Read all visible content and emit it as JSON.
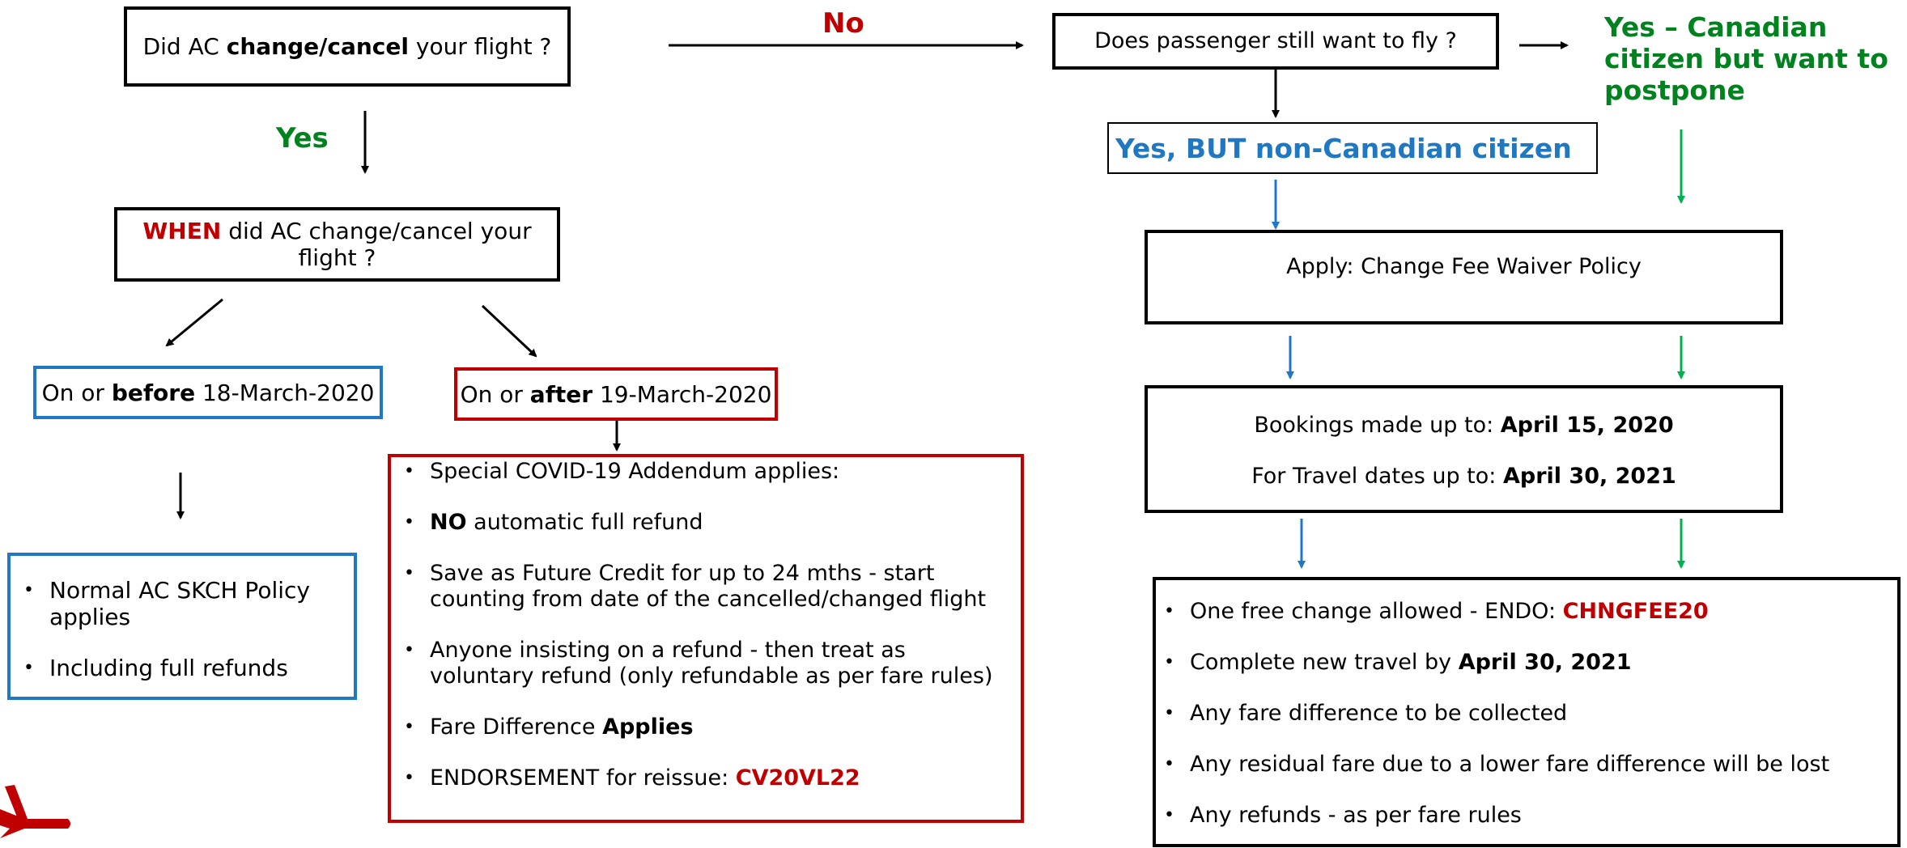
{
  "colors": {
    "red": "#c00000",
    "green": "#00821e",
    "blue": "#1f78c1",
    "black": "#000000"
  },
  "q1": {
    "pre": "Did AC ",
    "bold": "change/cancel",
    "post": " your flight ?"
  },
  "label_yes": "Yes",
  "label_no": "No",
  "q2": {
    "red": "WHEN",
    "rest": " did AC change/cancel your flight ?"
  },
  "before": {
    "pre": "On or ",
    "bold": "before",
    "post": " 18-March-2020"
  },
  "after": {
    "pre": "On or ",
    "bold": "after",
    "post": " 19-March-2020"
  },
  "normal_policy": [
    "Normal AC SKCH Policy applies",
    "Including full refunds"
  ],
  "covid": {
    "item1": "Special COVID-19 Addendum applies:",
    "item2_bold": "NO",
    "item2_rest": " automatic full refund",
    "item3": "Save as Future Credit for up to 24 mths - start counting from date of the cancelled/changed flight",
    "item4": "Anyone insisting on a refund - then treat as voluntary refund (only refundable as per fare rules)",
    "item5_pre": "Fare Difference ",
    "item5_bold": "Applies",
    "item6_pre": "ENDORSEMENT for reissue: ",
    "item6_code": "CV20VL22"
  },
  "q3": "Does passenger still want to fly ?",
  "yes_canadian": "Yes – Canadian citizen but want to postpone",
  "yes_non_canadian": "Yes, BUT non-Canadian citizen",
  "waiver": "Apply: Change Fee Waiver Policy",
  "dates": {
    "line1_pre": "Bookings made up to: ",
    "line1_bold": "April 15, 2020",
    "line2_pre": "For Travel dates up to: ",
    "line2_bold": "April 30, 2021"
  },
  "rules": {
    "item1_pre": "One free change allowed - ENDO: ",
    "item1_code": "CHNGFEE20",
    "item2_pre": "Complete new travel by ",
    "item2_bold": "April 30, 2021",
    "item3": "Any fare difference to be collected",
    "item4": "Any residual fare due to a lower fare difference will be lost",
    "item5": "Any refunds - as per fare rules"
  },
  "icons": {
    "plane": "airplane-icon"
  }
}
